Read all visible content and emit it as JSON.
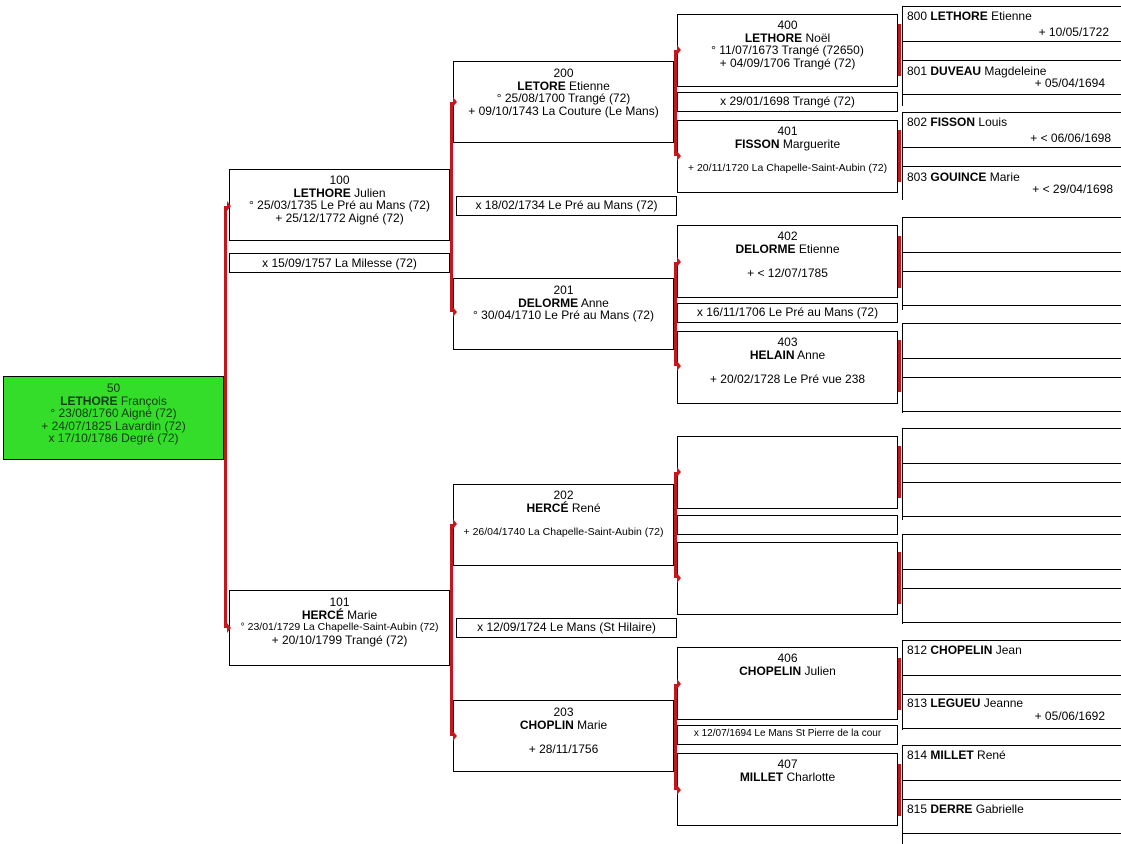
{
  "root": {
    "sosa": "50",
    "surname": "LETHORE",
    "given": "François",
    "birth": "° 23/08/1760 Aigné (72)",
    "death": "+ 24/07/1825 Lavardin (72)",
    "marriage": "x 17/10/1786 Degré (72)"
  },
  "p100": {
    "sosa": "100",
    "surname": "LETHORE",
    "given": "Julien",
    "birth": "° 25/03/1735 Le Pré au Mans (72)",
    "death": "+ 25/12/1772 Aigné (72)"
  },
  "m100": "x 15/09/1757 La Milesse (72)",
  "p101": {
    "sosa": "101",
    "surname": "HERCÉ",
    "given": "Marie",
    "birth": "° 23/01/1729 La Chapelle-Saint-Aubin (72)",
    "death": "+ 20/10/1799 Trangé (72)"
  },
  "p200": {
    "sosa": "200",
    "surname": "LETORE",
    "given": "Etienne",
    "birth": "° 25/08/1700 Trangé (72)",
    "death": "+ 09/10/1743 La Couture (Le Mans)"
  },
  "m200": "x 18/02/1734 Le Pré au Mans (72)",
  "p201": {
    "sosa": "201",
    "surname": "DELORME",
    "given": "Anne",
    "birth": "° 30/04/1710 Le Pré au Mans (72)"
  },
  "p202": {
    "sosa": "202",
    "surname": "HERCÉ",
    "given": "René",
    "death": "+ 26/04/1740 La Chapelle-Saint-Aubin (72)"
  },
  "m202": "x 12/09/1724 Le Mans (St Hilaire)",
  "p203": {
    "sosa": "203",
    "surname": "CHOPLIN",
    "given": "Marie",
    "death": "+ 28/11/1756"
  },
  "p400": {
    "sosa": "400",
    "surname": "LETHORE",
    "given": "Noël",
    "birth": "° 11/07/1673 Trangé (72650)",
    "death": "+ 04/09/1706 Trangé (72)"
  },
  "m400": "x 29/01/1698 Trangé (72)",
  "p401": {
    "sosa": "401",
    "surname": "FISSON",
    "given": "Marguerite",
    "death": "+ 20/11/1720 La Chapelle-Saint-Aubin (72)"
  },
  "p402": {
    "sosa": "402",
    "surname": "DELORME",
    "given": "Etienne",
    "death": "+ < 12/07/1785"
  },
  "m402": "x 16/11/1706 Le Pré au Mans (72)",
  "p403": {
    "sosa": "403",
    "surname": "HELAIN",
    "given": "Anne",
    "death": "+ 20/02/1728 Le Pré vue 238"
  },
  "p406": {
    "sosa": "406",
    "surname": "CHOPELIN",
    "given": "Julien"
  },
  "m406": "x 12/07/1694 Le Mans St Pierre de la cour",
  "p407": {
    "sosa": "407",
    "surname": "MILLET",
    "given": "Charlotte"
  },
  "g800": {
    "sosa": "800",
    "surname": "LETHORE",
    "given": "Etienne",
    "date": "+ 10/05/1722"
  },
  "g801": {
    "sosa": "801",
    "surname": "DUVEAU",
    "given": "Magdeleine",
    "date": "+ 05/04/1694"
  },
  "g802": {
    "sosa": "802",
    "surname": "FISSON",
    "given": "Louis",
    "date": "+ < 06/06/1698"
  },
  "g803": {
    "sosa": "803",
    "surname": "GOUINCE",
    "given": "Marie",
    "date": "+ < 29/04/1698"
  },
  "g812": {
    "sosa": "812",
    "surname": "CHOPELIN",
    "given": "Jean"
  },
  "g813": {
    "sosa": "813",
    "surname": "LEGUEU",
    "given": "Jeanne",
    "date": "+ 05/06/1692"
  },
  "g814": {
    "sosa": "814",
    "surname": "MILLET",
    "given": "René"
  },
  "g815": {
    "sosa": "815",
    "surname": "DERRE",
    "given": "Gabrielle"
  },
  "colors": {
    "root_fill": "#33dd2a",
    "connector": "#c4161c"
  }
}
